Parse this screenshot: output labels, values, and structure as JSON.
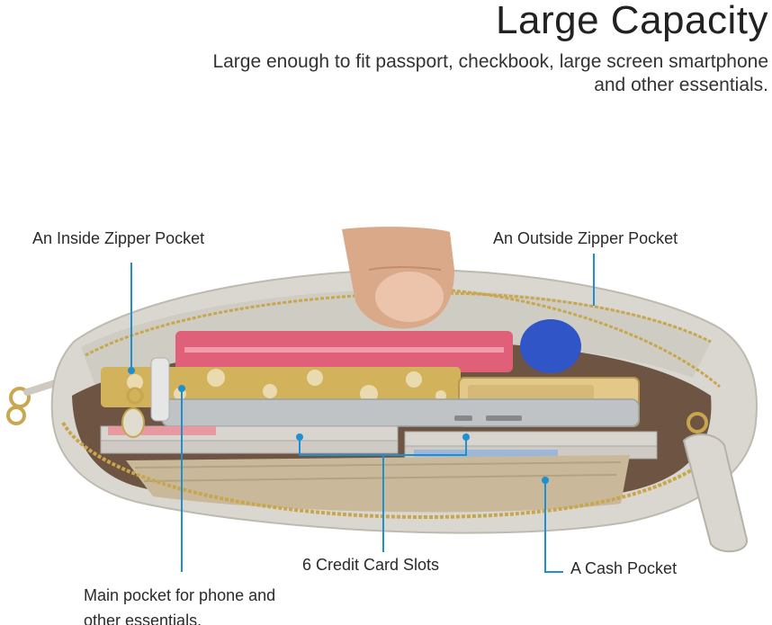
{
  "header": {
    "title": "Large Capacity",
    "subtitle": "Large enough to fit passport, checkbook, large screen smartphone and other essentials."
  },
  "callouts": {
    "inside_zipper": "An Inside Zipper Pocket",
    "outside_zipper": "An Outside Zipper Pocket",
    "card_slots": "6 Credit Card Slots",
    "cash_pocket": "A Cash Pocket",
    "main_pocket": "Main pocket for phone and other essentials."
  },
  "colors": {
    "leather": "#d9d7cf",
    "lining": "#6e5443",
    "zipper_gold": "#c8a64e",
    "pink_pouch": "#e0607a",
    "callout_line": "#1f8fd0",
    "phone_case": "#d4b15a"
  }
}
